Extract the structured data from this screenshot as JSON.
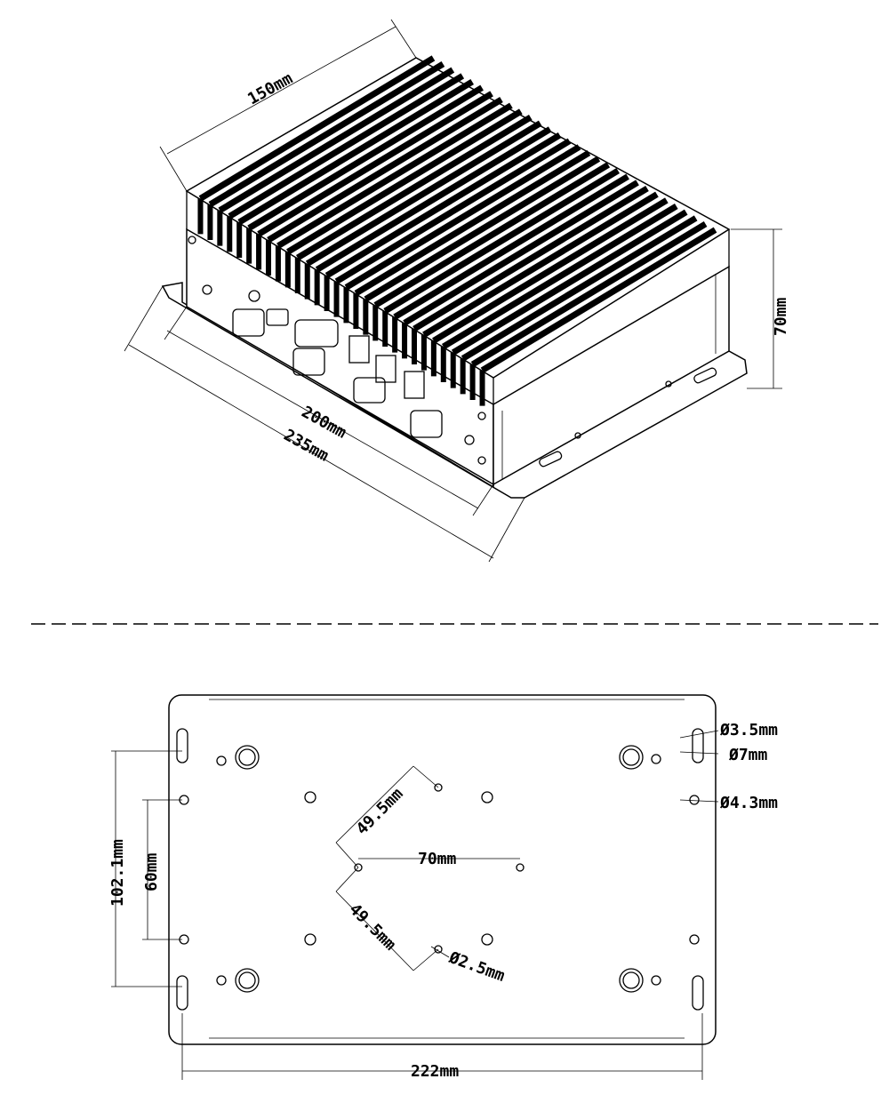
{
  "top_view": {
    "width_label": "150mm",
    "height_label": "70mm",
    "inner_length_label": "200mm",
    "outer_length_label": "235mm"
  },
  "bottom_view": {
    "hole_small_label": "Ø3.5mm",
    "hole_slot_label": "Ø7mm",
    "hole_mid_label": "Ø4.3mm",
    "vesa_diag_top_label": "49.5mm",
    "vesa_horizontal_label": "70mm",
    "vesa_diag_bottom_label": "49.5mm",
    "vesa_hole_label": "Ø2.5mm",
    "outer_vertical_label": "102.1mm",
    "inner_vertical_label": "60mm",
    "width_label": "222mm"
  },
  "colors": {
    "line": "#000000",
    "background": "#ffffff"
  }
}
